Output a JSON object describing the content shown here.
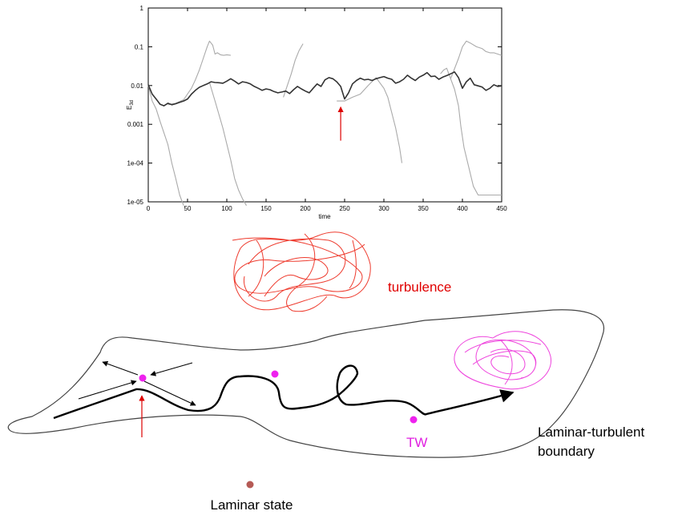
{
  "chart_data": {
    "type": "line",
    "xlabel": "time",
    "ylabel": "E3d",
    "xlim": [
      0,
      450
    ],
    "ylim": [
      1e-05,
      1
    ],
    "yscale": "log",
    "xticks": [
      "0",
      "50",
      "100",
      "150",
      "200",
      "250",
      "300",
      "350",
      "400",
      "450"
    ],
    "yticks": [
      "1e-05",
      "1e-04",
      "0.001",
      "0.01",
      "0.1",
      "1"
    ],
    "grid": false,
    "series": [
      {
        "color": "#333333",
        "x": [
          0,
          5,
          10,
          15,
          20,
          25,
          30,
          35,
          40,
          45,
          50,
          55,
          60,
          65,
          70,
          75,
          80,
          85,
          90,
          95,
          100,
          105,
          110,
          115,
          120,
          125,
          130,
          135,
          140,
          145,
          150,
          155,
          160,
          165,
          170,
          175,
          180,
          185,
          190,
          195,
          200,
          205,
          210,
          215,
          220,
          225,
          230,
          235,
          240,
          245,
          250,
          255,
          260,
          265,
          270,
          275,
          280,
          285,
          290,
          295,
          300,
          305,
          310,
          315,
          320,
          325,
          330,
          335,
          340,
          345,
          350,
          355,
          360,
          365,
          370,
          375,
          380,
          385,
          390,
          395,
          400,
          405,
          410,
          415,
          420,
          425,
          430,
          435,
          440,
          445,
          450
        ],
        "y": [
          0.0105,
          0.006,
          0.0045,
          0.0033,
          0.003,
          0.0035,
          0.0032,
          0.0034,
          0.0037,
          0.004,
          0.0045,
          0.006,
          0.0075,
          0.009,
          0.01,
          0.011,
          0.0125,
          0.012,
          0.0118,
          0.0115,
          0.013,
          0.015,
          0.013,
          0.011,
          0.0125,
          0.012,
          0.011,
          0.0095,
          0.0085,
          0.0075,
          0.0082,
          0.0078,
          0.007,
          0.0065,
          0.0068,
          0.0072,
          0.0062,
          0.0078,
          0.0095,
          0.0082,
          0.0072,
          0.0065,
          0.0085,
          0.011,
          0.0095,
          0.014,
          0.016,
          0.015,
          0.0125,
          0.0095,
          0.0045,
          0.0065,
          0.011,
          0.0135,
          0.0155,
          0.014,
          0.0145,
          0.0135,
          0.015,
          0.016,
          0.017,
          0.0155,
          0.0145,
          0.0115,
          0.0125,
          0.0145,
          0.0185,
          0.0155,
          0.0135,
          0.0165,
          0.0185,
          0.0215,
          0.017,
          0.0175,
          0.0145,
          0.0165,
          0.018,
          0.02,
          0.0225,
          0.016,
          0.0085,
          0.0125,
          0.0155,
          0.0105,
          0.0098,
          0.0092,
          0.0075,
          0.0085,
          0.0105,
          0.0095,
          0.0098
        ]
      },
      {
        "color": "#aaaaaa",
        "x": [
          0,
          5,
          10,
          15,
          20,
          25,
          30,
          35,
          40,
          45
        ],
        "y": [
          0.01,
          0.004,
          0.0025,
          0.0012,
          0.0006,
          0.0003,
          0.0001,
          4e-05,
          1.5e-05,
          8e-06
        ]
      },
      {
        "color": "#aaaaaa",
        "x": [
          25,
          35,
          45,
          55,
          60,
          65,
          70,
          75,
          78,
          82,
          85,
          88,
          92,
          96,
          100,
          105
        ],
        "y": [
          0.0032,
          0.0035,
          0.0043,
          0.0085,
          0.014,
          0.025,
          0.05,
          0.1,
          0.14,
          0.11,
          0.065,
          0.07,
          0.062,
          0.06,
          0.062,
          0.06
        ]
      },
      {
        "color": "#aaaaaa",
        "x": [
          78,
          85,
          95,
          105,
          110,
          115,
          120,
          125
        ],
        "y": [
          0.012,
          0.004,
          0.0008,
          0.00012,
          4e-05,
          2e-05,
          1.2e-05,
          8e-06
        ]
      },
      {
        "color": "#aaaaaa",
        "x": [
          172,
          177,
          182,
          187,
          192,
          197
        ],
        "y": [
          0.005,
          0.01,
          0.02,
          0.045,
          0.08,
          0.12
        ]
      },
      {
        "color": "#aaaaaa",
        "x": [
          240,
          250,
          260,
          270,
          280,
          290,
          300,
          305,
          310,
          315,
          320,
          323
        ],
        "y": [
          0.004,
          0.004,
          0.005,
          0.006,
          0.01,
          0.016,
          0.0085,
          0.005,
          0.002,
          0.0008,
          0.00025,
          0.0001
        ]
      },
      {
        "color": "#aaaaaa",
        "x": [
          372,
          376,
          380,
          385,
          390,
          395,
          398,
          402,
          408,
          414,
          420,
          428,
          436,
          444,
          450
        ],
        "y": [
          0.02,
          0.025,
          0.028,
          0.015,
          0.008,
          0.003,
          0.0009,
          0.00025,
          8e-05,
          2.5e-05,
          1.5e-05,
          1.5e-05,
          1.5e-05,
          1.5e-05,
          1.5e-05
        ]
      },
      {
        "color": "#aaaaaa",
        "x": [
          385,
          395,
          400,
          405,
          410,
          418,
          425,
          430,
          435,
          440,
          445,
          450
        ],
        "y": [
          0.015,
          0.05,
          0.1,
          0.14,
          0.125,
          0.1,
          0.09,
          0.075,
          0.07,
          0.07,
          0.065,
          0.06
        ]
      }
    ],
    "annotation": {
      "type": "red-arrow",
      "x": 245,
      "y_tip": 0.0045
    }
  },
  "diagram": {
    "turbulence_label": "turbulence",
    "tw_label": "TW",
    "boundary_label_line1": "Laminar-turbulent",
    "boundary_label_line2": "boundary",
    "laminar_label": "Laminar state"
  }
}
